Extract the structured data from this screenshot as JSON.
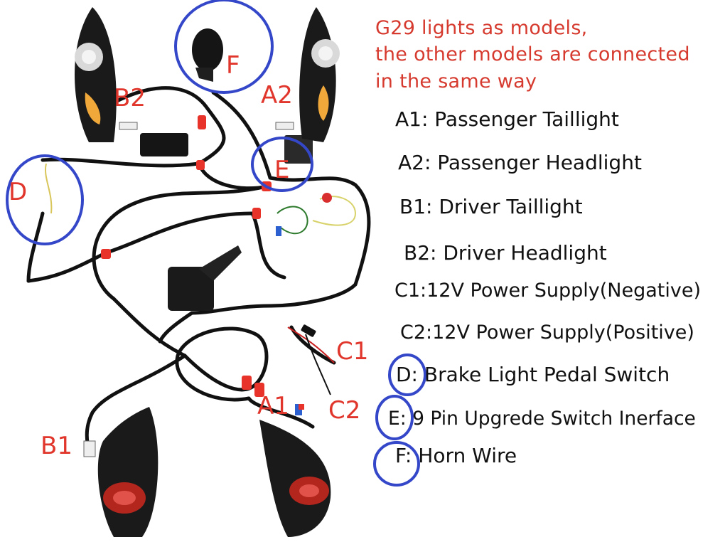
{
  "note": {
    "line1": "G29 lights  as models,",
    "line2": "the  other models are connected",
    "line3": "in the same way"
  },
  "legend": [
    {
      "text": "A1: Passenger Taillight"
    },
    {
      "text": "A2: Passenger Headlight"
    },
    {
      "text": "B1: Driver Taillight"
    },
    {
      "text": "B2: Driver Headlight"
    },
    {
      "text": "C1:12V Power Supply(Negative)"
    },
    {
      "text": "C2:12V Power Supply(Positive)"
    },
    {
      "text": "D: Brake Light Pedal Switch"
    },
    {
      "text": "E: 9 Pin Upgrede Switch Inerface"
    },
    {
      "text": "F: Horn Wire"
    }
  ],
  "callouts": {
    "A1": "A1",
    "A2": "A2",
    "B1": "B1",
    "B2": "B2",
    "C1": "C1",
    "C2": "C2",
    "D": "D",
    "E": "E",
    "F": "F"
  },
  "colors": {
    "label_red": "#e0362c",
    "highlight_blue": "#3447c9",
    "wire": "#111111",
    "connector_red": "#e8332a"
  }
}
